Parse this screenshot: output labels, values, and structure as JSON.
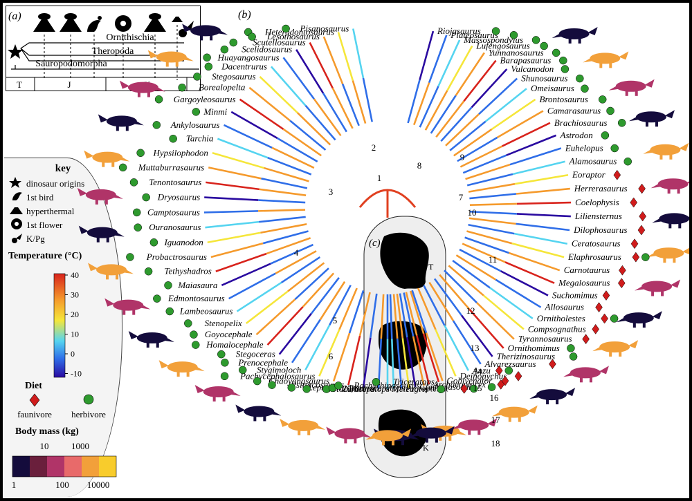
{
  "panel_labels": {
    "a": "(a)",
    "b": "(b)",
    "c": "(c)"
  },
  "timeline": {
    "clades": [
      "Ornithischia",
      "Theropoda",
      "Sauropodomorpha"
    ],
    "periods": [
      "T",
      "J",
      "K"
    ]
  },
  "key": {
    "title": "key",
    "items": [
      {
        "icon": "star-icon",
        "label": "dinosaur origins"
      },
      {
        "icon": "bird-icon",
        "label": "1st bird"
      },
      {
        "icon": "volcano-icon",
        "label": "hyperthermal"
      },
      {
        "icon": "flower-icon",
        "label": "1st flower"
      },
      {
        "icon": "meteor-icon",
        "label": "K/Pg"
      }
    ],
    "temperature_title": "Temperature (°C)",
    "temperature_ticks": [
      "40",
      "30",
      "20",
      "10",
      "0",
      "-10"
    ],
    "diet_title": "Diet",
    "diet_items": [
      "faunivore",
      "herbivore"
    ],
    "mass_title": "Body mass (kg)",
    "mass_ticks_top": [
      "10",
      "1000"
    ],
    "mass_ticks_bottom": [
      "1",
      "100",
      "10000"
    ]
  },
  "node_numbers": [
    "1",
    "2",
    "3",
    "4",
    "5",
    "6",
    "7",
    "8",
    "9",
    "10",
    "11",
    "12",
    "13",
    "14",
    "15",
    "16",
    "17",
    "18"
  ],
  "map_labels": [
    "T",
    "J",
    "K"
  ],
  "colors": {
    "temp_scale": [
      "#2a0aa0",
      "#2f6ee8",
      "#55d4f0",
      "#f5e63a",
      "#f59a2c",
      "#d8231c"
    ],
    "mass_scale": [
      "#140c3c",
      "#6a1f3c",
      "#b03468",
      "#e86a6a",
      "#f2a03a",
      "#f8cc2c"
    ],
    "faunivore": "#d01c1c",
    "herbivore": "#2e9a2e"
  },
  "taxa_left": [
    {
      "name": "Pisanosaurus",
      "diet": "h"
    },
    {
      "name": "Heterodontosaurus",
      "diet": "h"
    },
    {
      "name": "Lesothosaurus",
      "diet": "h"
    },
    {
      "name": "Scutellosaurus",
      "diet": "h"
    },
    {
      "name": "Scelidosaurus",
      "diet": "h"
    },
    {
      "name": "Huayangosaurus",
      "diet": "h"
    },
    {
      "name": "Dacentrurus",
      "diet": "h"
    },
    {
      "name": "Stegosaurus",
      "diet": "h"
    },
    {
      "name": "Borealopelta",
      "diet": "h"
    },
    {
      "name": "Gargoyleosaurus",
      "diet": "h"
    },
    {
      "name": "Minmi",
      "diet": "h"
    },
    {
      "name": "Ankylosaurus",
      "diet": "h"
    },
    {
      "name": "Tarchia",
      "diet": "h"
    },
    {
      "name": "Hypsilophodon",
      "diet": "h"
    },
    {
      "name": "Muttaburrasaurus",
      "diet": "h"
    },
    {
      "name": "Tenontosaurus",
      "diet": "h"
    },
    {
      "name": "Dryosaurus",
      "diet": "h"
    },
    {
      "name": "Camptosaurus",
      "diet": "h"
    },
    {
      "name": "Ouranosaurus",
      "diet": "h"
    },
    {
      "name": "Iguanodon",
      "diet": "h"
    },
    {
      "name": "Probactrosaurus",
      "diet": "h"
    },
    {
      "name": "Tethyshadros",
      "diet": "h"
    },
    {
      "name": "Maiasaura",
      "diet": "h"
    },
    {
      "name": "Edmontosaurus",
      "diet": "h"
    },
    {
      "name": "Lambeosaurus",
      "diet": "h"
    },
    {
      "name": "Stenopelix",
      "diet": "h"
    },
    {
      "name": "Goyocephale",
      "diet": "h"
    },
    {
      "name": "Homalocephale",
      "diet": "h"
    },
    {
      "name": "Stegoceras",
      "diet": "h"
    },
    {
      "name": "Prenocephale",
      "diet": "h"
    },
    {
      "name": "Stygimoloch",
      "diet": "h"
    },
    {
      "name": "Pachycephalosaurus",
      "diet": "h"
    },
    {
      "name": "Chaoyangsaurus",
      "diet": "h"
    },
    {
      "name": "Psittacosaurus",
      "diet": "h"
    },
    {
      "name": "Leptoceratops",
      "diet": "h"
    },
    {
      "name": "Protoceratops",
      "diet": "h"
    },
    {
      "name": "Zuniceratops",
      "diet": "h"
    },
    {
      "name": "Turanoceratops",
      "diet": "h"
    },
    {
      "name": "Pachyrhinosaurus",
      "diet": "h"
    },
    {
      "name": "Triceratops",
      "diet": "h"
    }
  ],
  "taxa_right": [
    {
      "name": "Riojasaurus",
      "diet": "h"
    },
    {
      "name": "Plateosaurus",
      "diet": "h"
    },
    {
      "name": "Massospondylus",
      "diet": "h"
    },
    {
      "name": "Lufengosaurus",
      "diet": "h"
    },
    {
      "name": "Yunnanosaurus",
      "diet": "h"
    },
    {
      "name": "Barapasaurus",
      "diet": "h"
    },
    {
      "name": "Vulcanodon",
      "diet": "h"
    },
    {
      "name": "Shunosaurus",
      "diet": "h"
    },
    {
      "name": "Omeisaurus",
      "diet": "h"
    },
    {
      "name": "Brontosaurus",
      "diet": "h"
    },
    {
      "name": "Camarasaurus",
      "diet": "h"
    },
    {
      "name": "Brachiosaurus",
      "diet": "h"
    },
    {
      "name": "Astrodon",
      "diet": "h"
    },
    {
      "name": "Euhelopus",
      "diet": "h"
    },
    {
      "name": "Alamosaurus",
      "diet": "h"
    },
    {
      "name": "Eoraptor",
      "diet": "f"
    },
    {
      "name": "Herrerasaurus",
      "diet": "f"
    },
    {
      "name": "Coelophysis",
      "diet": "f"
    },
    {
      "name": "Liliensternus",
      "diet": "f"
    },
    {
      "name": "Dilophosaurus",
      "diet": "f"
    },
    {
      "name": "Ceratosaurus",
      "diet": "f"
    },
    {
      "name": "Elaphrosaurus",
      "diet": "fh"
    },
    {
      "name": "Carnotaurus",
      "diet": "f"
    },
    {
      "name": "Megalosaurus",
      "diet": "f"
    },
    {
      "name": "Suchomimus",
      "diet": "f"
    },
    {
      "name": "Allosaurus",
      "diet": "f"
    },
    {
      "name": "Ornitholestes",
      "diet": "fh"
    },
    {
      "name": "Compsognathus",
      "diet": "f"
    },
    {
      "name": "Tyrannosaurus",
      "diet": "f"
    },
    {
      "name": "Ornithomimus",
      "diet": "h"
    },
    {
      "name": "Therizinosaurus",
      "diet": "h"
    },
    {
      "name": "Alvarezsaurus",
      "diet": "f"
    },
    {
      "name": "Anzu",
      "diet": "fh"
    },
    {
      "name": "Deinonychus",
      "diet": "f"
    },
    {
      "name": "Gobivenator",
      "diet": "f"
    },
    {
      "name": "Archaeopteryx",
      "diet": "f"
    },
    {
      "name": "Confuciusornis",
      "diet": "h"
    },
    {
      "name": "Protopteryx",
      "diet": "fh"
    },
    {
      "name": "Meleagris",
      "diet": "h"
    }
  ]
}
